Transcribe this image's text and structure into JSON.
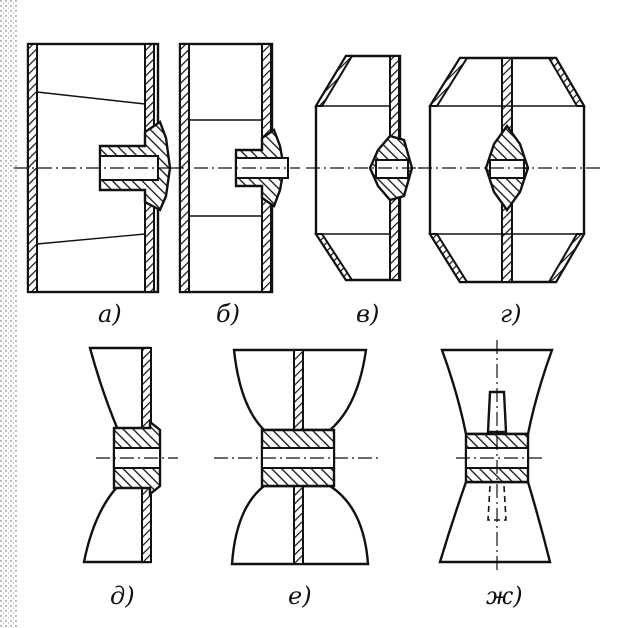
{
  "labels": {
    "a": "а)",
    "b": "б)",
    "v": "в)",
    "g": "г)",
    "d": "д)",
    "e": "е)",
    "zh": "ж)"
  },
  "colors": {
    "ink": "#111111",
    "paper": "#ffffff"
  }
}
